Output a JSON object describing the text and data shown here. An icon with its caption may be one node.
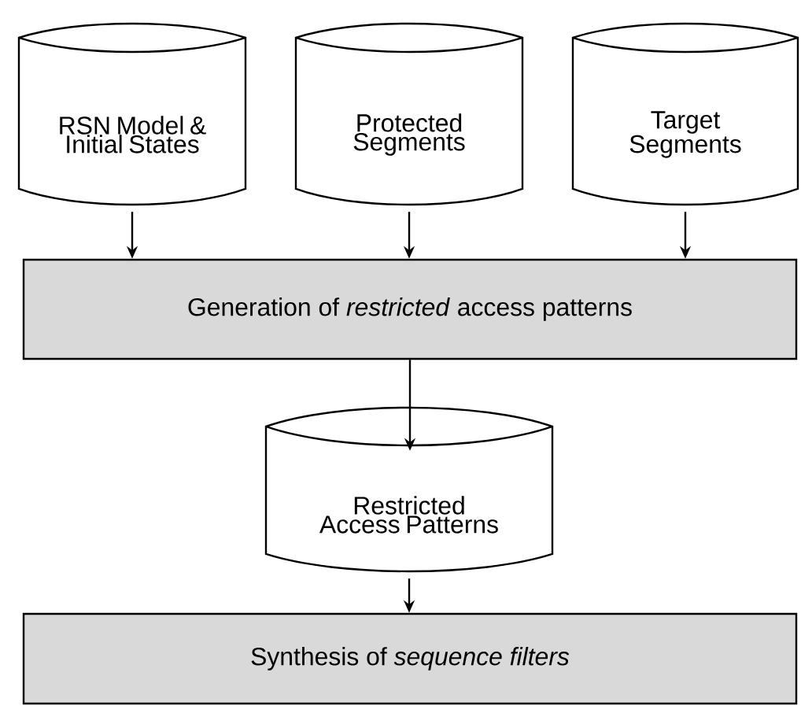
{
  "diagram": {
    "nodes": [
      {
        "text": [
          "RSN Model & Initial States"
        ]
      },
      {
        "text": [
          "Protected Segments"
        ]
      },
      {
        "text": [
          "Target Segments"
        ]
      },
      {
        "text": [
          "Generation of *restricted* access patterns"
        ]
      },
      {
        "text": [
          "Restricted Access Patterns"
        ]
      },
      {
        "text": [
          "Synthesis of *sequence filters*"
        ]
      }
    ],
    "edges": [
      {
        "from": 0,
        "to": 3,
        "arrow": "to"
      },
      {
        "from": 1,
        "to": 3,
        "arrow": "to"
      },
      {
        "from": 2,
        "to": 3,
        "arrow": "to"
      },
      {
        "from": 3,
        "to": 4,
        "arrow": "to"
      },
      {
        "from": 4,
        "to": 5,
        "arrow": "to"
      }
    ]
  }
}
